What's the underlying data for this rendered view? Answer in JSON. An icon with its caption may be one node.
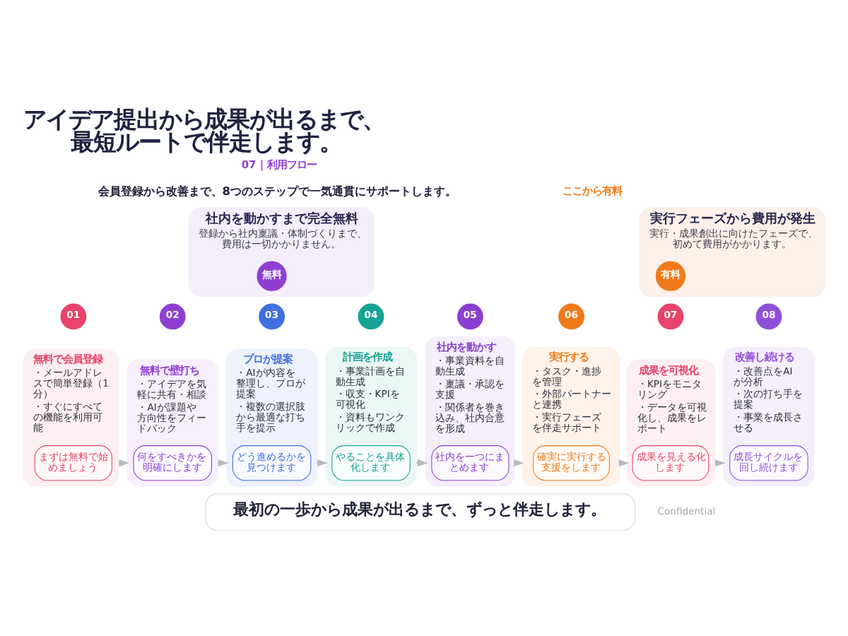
{
  "diagram": {
    "title": "アイデア提出から成果が出るまで、最短ルートで伴走します。",
    "nodes": [
      {
        "text": [
          "社内を動かすまで完全無料",
          "登録から社内稟議・体制づくりまで、費用は一切かかりません。"
        ]
      },
      {
        "text": [
          "無料"
        ],
        "in": 0
      },
      {
        "text": [
          "実行フェーズから費用が発生",
          "実行・成果創出に向けたフェーズで、初めて費用がかかります。"
        ]
      },
      {
        "text": [
          "有料"
        ],
        "in": 2
      },
      {
        "text": [
          "01"
        ]
      },
      {
        "text": [
          "無料で会員登録",
          "・メールアドレスで簡単登録（1分）",
          "・すぐにすべての機能を利用可能"
        ]
      },
      {
        "text": [
          "まずは無料で始めましょう"
        ],
        "in": 5
      },
      {
        "text": [
          "02"
        ]
      },
      {
        "text": [
          "無料で壁打ち",
          "・アイデアを気軽に共有・相談",
          "・AIが課題や方向性をフィードバック"
        ]
      },
      {
        "text": [
          "何をすべきかを明確にします"
        ],
        "in": 8
      },
      {
        "text": [
          "03"
        ]
      },
      {
        "text": [
          "プロが提案",
          "・AIが内容を整理し、プロが提案",
          "・複数の選択肢から最適な打ち手を提示"
        ]
      },
      {
        "text": [
          "どう進めるかを見つけます"
        ],
        "in": 11
      },
      {
        "text": [
          "04"
        ]
      },
      {
        "text": [
          "計画を作成",
          "・事業計画を自動生成",
          "・収支・KPIを可視化",
          "・資料もワンクリックで作成"
        ]
      },
      {
        "text": [
          "やることを具体化します"
        ],
        "in": 14
      },
      {
        "text": [
          "05"
        ]
      },
      {
        "text": [
          "社内を動かす",
          "・事業資料を自動生成",
          "・稟議・承認を支援",
          "・関係者を巻き込み、社内合意を形成"
        ]
      },
      {
        "text": [
          "社内を一つにまとめます"
        ],
        "in": 17
      },
      {
        "text": [
          "06"
        ]
      },
      {
        "text": [
          "実行する",
          "・タスク・進捗を管理",
          "・外部パートナーと連携",
          "・実行フェーズを伴走サポート"
        ]
      },
      {
        "text": [
          "確実に実行する支援をします"
        ],
        "in": 20
      },
      {
        "text": [
          "07"
        ]
      },
      {
        "text": [
          "成果を可視化",
          "・KPIをモニタリング",
          "・データを可視化し、成果をレポート"
        ]
      },
      {
        "text": [
          "成果を見える化します"
        ],
        "in": 23
      },
      {
        "text": [
          "08"
        ]
      },
      {
        "text": [
          "改善し続ける",
          "・改善点をAIが分析",
          "・次の打ち手を提案",
          "・事業を成長させる"
        ]
      },
      {
        "text": [
          "成長サイクルを回し続けます"
        ],
        "in": 26
      },
      {
        "text": [
          "最初の一歩から成果が出るまで、ずっと伴走します。"
        ]
      }
    ],
    "edges": [
      {
        "from": 5,
        "to": 8,
        "arrow": "to"
      },
      {
        "from": 8,
        "to": 11,
        "arrow": "to"
      },
      {
        "from": 11,
        "to": 14,
        "arrow": "to"
      },
      {
        "from": 14,
        "to": 17,
        "arrow": "to"
      },
      {
        "from": 17,
        "to": 20,
        "arrow": "to"
      },
      {
        "from": 20,
        "to": 23,
        "arrow": "to"
      },
      {
        "from": 23,
        "to": 26,
        "arrow": "to"
      }
    ],
    "labels": [
      "07 | 利用フロー",
      "会員登録から改善まで、8つのステップで一気通貫にサポートします。",
      "ここから有料",
      "Confidential"
    ]
  }
}
